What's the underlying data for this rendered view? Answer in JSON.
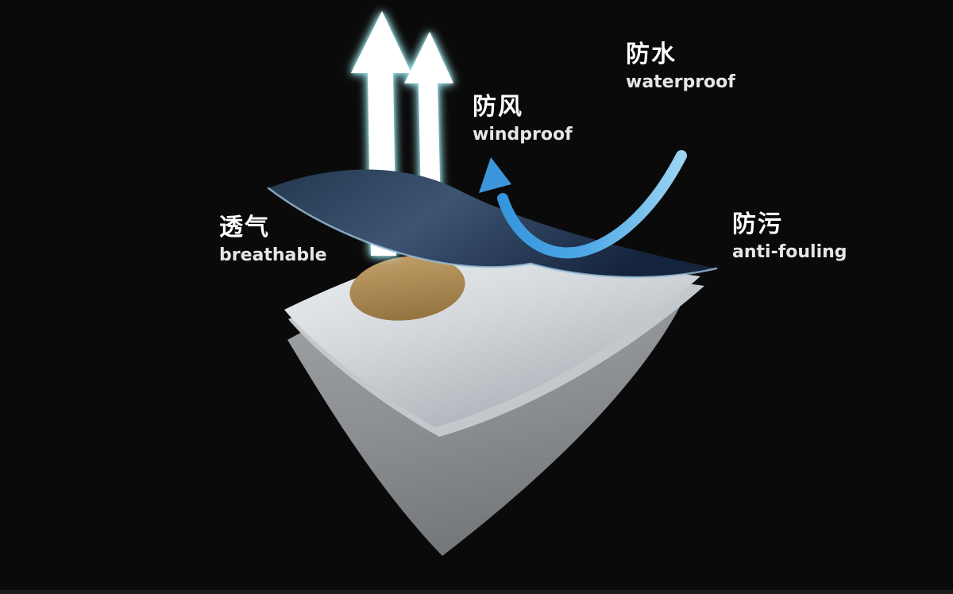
{
  "scene": {
    "title": "fabric-layer-feature-diagram",
    "background_color": "#0a0a0a",
    "labels": [
      {
        "id": "waterproof",
        "zh": "防水",
        "en": "waterproof"
      },
      {
        "id": "windproof",
        "zh": "防风",
        "en": "windproof"
      },
      {
        "id": "breathable",
        "zh": "透气",
        "en": "breathable"
      },
      {
        "id": "anti-fouling",
        "zh": "防污",
        "en": "anti-fouling"
      }
    ],
    "colors": {
      "top_layer_navy": "#22344f",
      "top_layer_edge_highlight": "#9cc3da",
      "middle_layer_gray": "#d9dde1",
      "membrane_dot_tan": "#ad8a55",
      "bottom_layer_gray": "#8f9296",
      "arrow_white": "#ffffff",
      "arrow_glow_cyan": "#7fe8f0",
      "water_arrow_blue": "#2f8fd8"
    }
  }
}
